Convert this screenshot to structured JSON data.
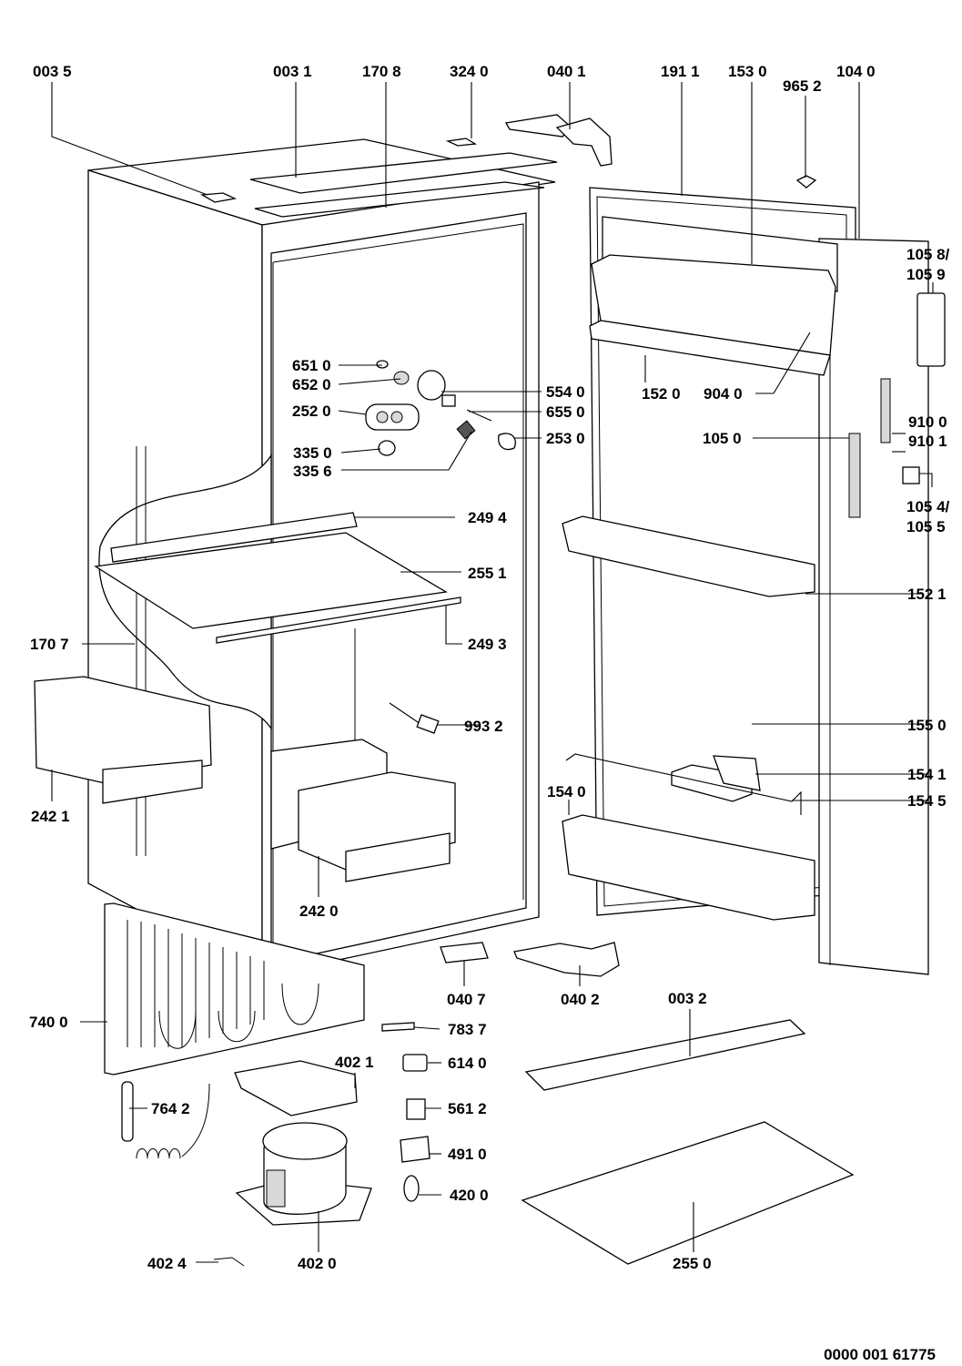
{
  "labels": {
    "l0035": "003 5",
    "l0031": "003 1",
    "l1708": "170 8",
    "l3240": "324 0",
    "l0401": "040 1",
    "l1911": "191 1",
    "l1530": "153 0",
    "l9652": "965 2",
    "l1040": "104 0",
    "l1058": "105 8/",
    "l1059": "105 9",
    "l6510": "651 0",
    "l6520": "652 0",
    "l2520": "252 0",
    "l5540": "554 0",
    "l6550": "655 0",
    "l2530": "253 0",
    "l3350": "335 0",
    "l3356": "335 6",
    "l1520": "152 0",
    "l9040": "904 0",
    "l1050": "105 0",
    "l9100": "910 0",
    "l9101": "910 1",
    "l1054": "105 4/",
    "l1055": "105 5",
    "l2494": "249 4",
    "l2551": "255 1",
    "l1521": "152 1",
    "l1707": "170 7",
    "l2493": "249 3",
    "l9932": "993 2",
    "l1550": "155 0",
    "l1541": "154 1",
    "l1540": "154 0",
    "l1545": "154 5",
    "l2421": "242 1",
    "l2420": "242 0",
    "l0407": "040 7",
    "l0402": "040 2",
    "l0032": "003 2",
    "l7400": "740 0",
    "l7837": "783 7",
    "l4021": "402 1",
    "l6140": "614 0",
    "l7642": "764 2",
    "l5612": "561 2",
    "l4910": "491 0",
    "l4200": "420 0",
    "l4024": "402 4",
    "l4020": "402 0",
    "l2550": "255 0"
  },
  "document_number": "0000 001 61775"
}
